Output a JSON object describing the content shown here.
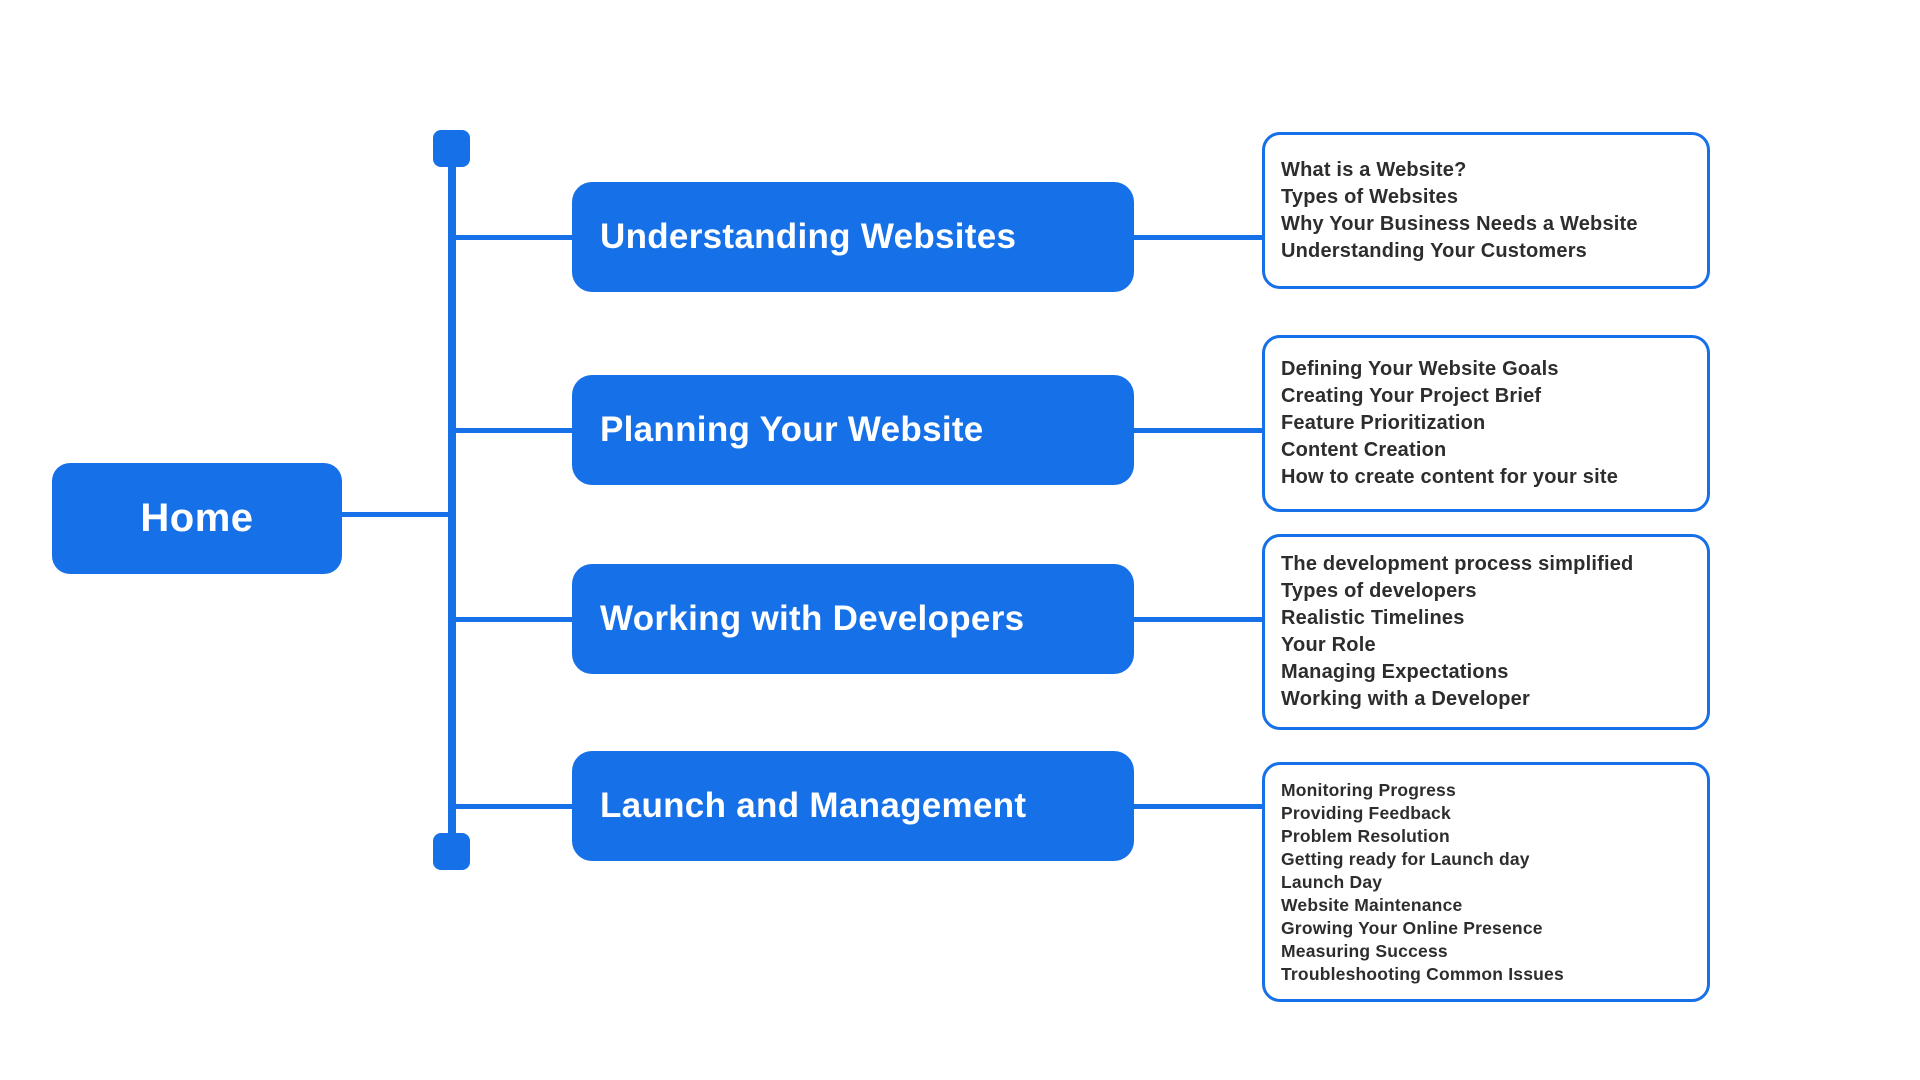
{
  "diagram": {
    "colors": {
      "accent": "#1670E8",
      "node_text": "#FFFFFF",
      "topic_text": "#2D2D2D",
      "background": "#FFFFFF"
    },
    "root": {
      "label": "Home"
    },
    "branches": [
      {
        "label": "Understanding Websites",
        "topics": [
          "What is a Website?",
          "Types of Websites",
          "Why Your Business Needs a Website",
          "Understanding Your Customers"
        ]
      },
      {
        "label": "Planning Your Website",
        "topics": [
          "Defining Your Website Goals",
          "Creating Your Project Brief",
          "Feature Prioritization",
          "Content Creation",
          "How to create content for your site"
        ]
      },
      {
        "label": "Working with Developers",
        "topics": [
          "The development process simplified",
          "Types of developers",
          "Realistic Timelines",
          "Your Role",
          "Managing Expectations",
          "Working with a Developer"
        ]
      },
      {
        "label": "Launch and Management",
        "topics": [
          "Monitoring Progress",
          "Providing Feedback",
          "Problem Resolution",
          "Getting ready for Launch day",
          "Launch Day",
          "Website Maintenance",
          "Growing Your Online Presence",
          "Measuring Success",
          "Troubleshooting Common Issues"
        ]
      }
    ]
  }
}
